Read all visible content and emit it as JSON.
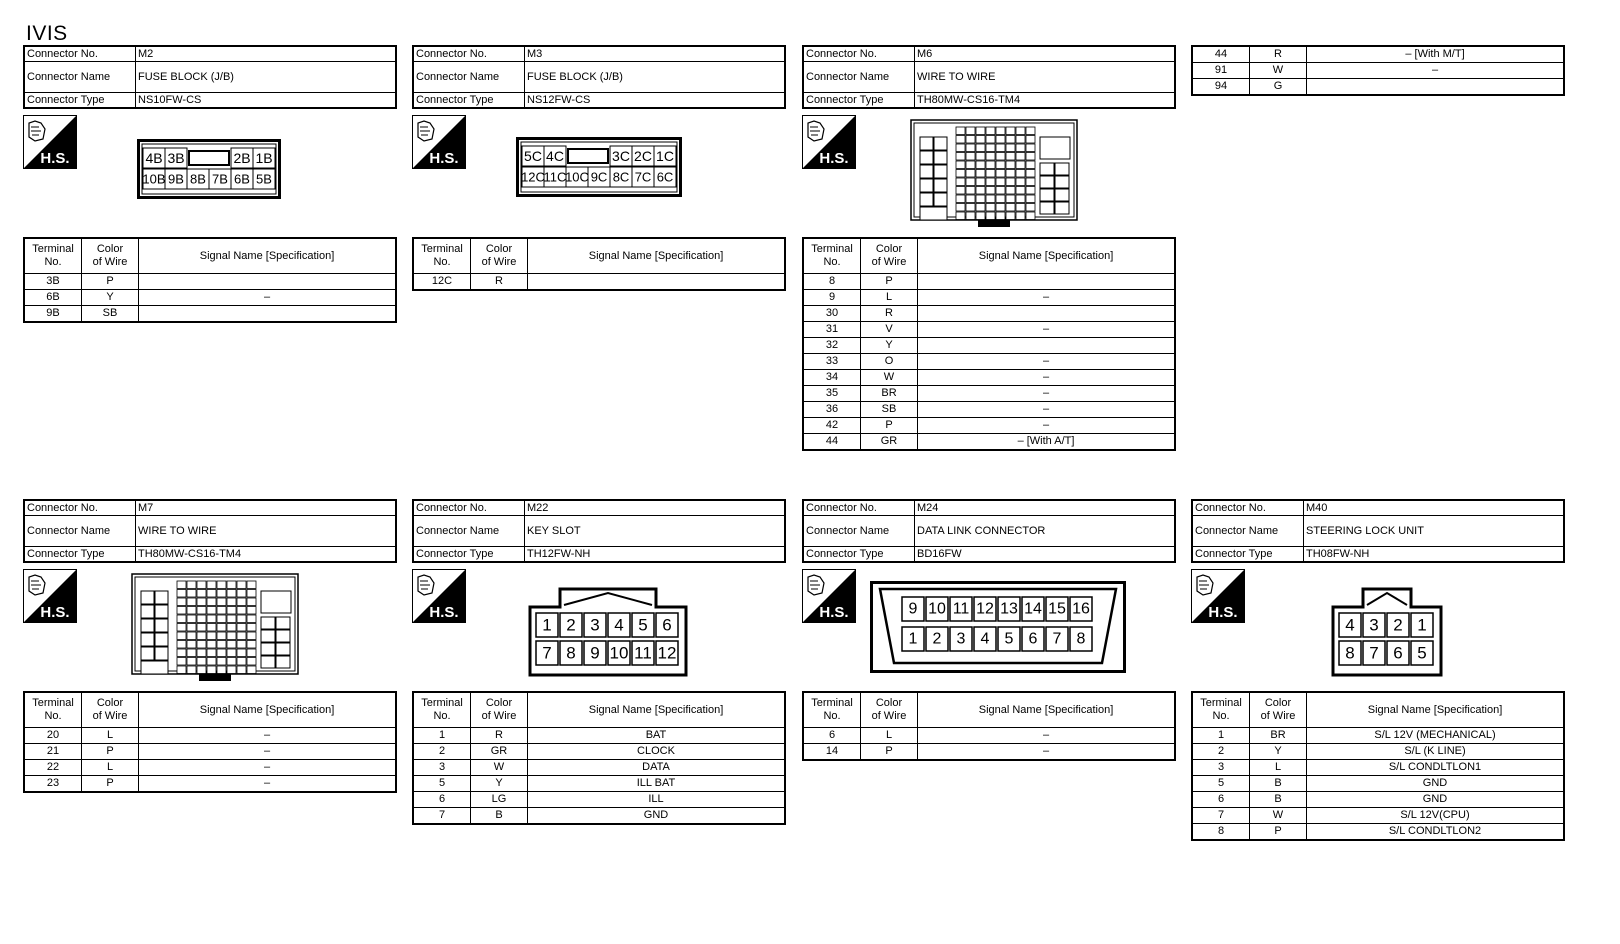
{
  "page": {
    "title": "IVIS"
  },
  "labels": {
    "connector_no": "Connector No.",
    "connector_name": "Connector Name",
    "connector_type": "Connector Type",
    "terminal_no": [
      "Terminal",
      "No."
    ],
    "color_of_wire": [
      "Color",
      "of Wire"
    ],
    "signal_name": "Signal Name [Specification]",
    "hs": "H.S."
  },
  "connectors": [
    {
      "no": "M2",
      "name": "FUSE BLOCK (J/B)",
      "type": "NS10FW-CS",
      "face": {
        "row1": [
          "4B",
          "3B",
          "",
          "2B",
          "1B"
        ],
        "row2": [
          "10B",
          "9B",
          "8B",
          "7B",
          "6B",
          "5B"
        ]
      },
      "pins": [
        [
          "3B",
          "P",
          ""
        ],
        [
          "6B",
          "Y",
          "–"
        ],
        [
          "9B",
          "SB",
          ""
        ]
      ]
    },
    {
      "no": "M3",
      "name": "FUSE BLOCK (J/B)",
      "type": "NS12FW-CS",
      "face": {
        "row1": [
          "5C",
          "4C",
          "",
          "3C",
          "2C",
          "1C"
        ],
        "row2": [
          "12C",
          "11C",
          "10C",
          "9C",
          "8C",
          "7C",
          "6C"
        ]
      },
      "pins": [
        [
          "12C",
          "R",
          ""
        ]
      ]
    },
    {
      "no": "M6",
      "name": "WIRE TO WIRE",
      "type": "TH80MW-CS16-TM4",
      "pins": [
        [
          "8",
          "P",
          ""
        ],
        [
          "9",
          "L",
          "–"
        ],
        [
          "30",
          "R",
          ""
        ],
        [
          "31",
          "V",
          "–"
        ],
        [
          "32",
          "Y",
          ""
        ],
        [
          "33",
          "O",
          "–"
        ],
        [
          "34",
          "W",
          "–"
        ],
        [
          "35",
          "BR",
          "–"
        ],
        [
          "36",
          "SB",
          "–"
        ],
        [
          "42",
          "P",
          "–"
        ],
        [
          "44",
          "GR",
          "– [With A/T]"
        ]
      ]
    },
    {
      "no": "M7",
      "name": "WIRE TO WIRE",
      "type": "TH80MW-CS16-TM4",
      "pins": [
        [
          "20",
          "L",
          "–"
        ],
        [
          "21",
          "P",
          "–"
        ],
        [
          "22",
          "L",
          "–"
        ],
        [
          "23",
          "P",
          "–"
        ]
      ]
    },
    {
      "no": "M22",
      "name": "KEY SLOT",
      "type": "TH12FW-NH",
      "face": {
        "row1": [
          "1",
          "2",
          "3",
          "4",
          "5",
          "6"
        ],
        "row2": [
          "7",
          "8",
          "9",
          "10",
          "11",
          "12"
        ]
      },
      "pins": [
        [
          "1",
          "R",
          "BAT"
        ],
        [
          "2",
          "GR",
          "CLOCK"
        ],
        [
          "3",
          "W",
          "DATA"
        ],
        [
          "5",
          "Y",
          "ILL BAT"
        ],
        [
          "6",
          "LG",
          "ILL"
        ],
        [
          "7",
          "B",
          "GND"
        ]
      ]
    },
    {
      "no": "M24",
      "name": "DATA LINK CONNECTOR",
      "type": "BD16FW",
      "face": {
        "row1": [
          "9",
          "10",
          "11",
          "12",
          "13",
          "14",
          "15",
          "16"
        ],
        "row2": [
          "1",
          "2",
          "3",
          "4",
          "5",
          "6",
          "7",
          "8"
        ]
      },
      "pins": [
        [
          "6",
          "L",
          "–"
        ],
        [
          "14",
          "P",
          "–"
        ]
      ]
    },
    {
      "no": "M40",
      "name": "STEERING LOCK UNIT",
      "type": "TH08FW-NH",
      "face": {
        "row1": [
          "4",
          "3",
          "2",
          "1"
        ],
        "row2": [
          "8",
          "7",
          "6",
          "5"
        ]
      },
      "pins": [
        [
          "1",
          "BR",
          "S/L 12V (MECHANICAL)"
        ],
        [
          "2",
          "Y",
          "S/L (K LINE)"
        ],
        [
          "3",
          "L",
          "S/L CONDLTLON1"
        ],
        [
          "5",
          "B",
          "GND"
        ],
        [
          "6",
          "B",
          "GND"
        ],
        [
          "7",
          "W",
          "S/L 12V(CPU)"
        ],
        [
          "8",
          "P",
          "S/L CONDLTLON2"
        ]
      ]
    }
  ],
  "continuation": [
    [
      "44",
      "R",
      "– [With M/T]"
    ],
    [
      "91",
      "W",
      "–"
    ],
    [
      "94",
      "G",
      ""
    ]
  ]
}
